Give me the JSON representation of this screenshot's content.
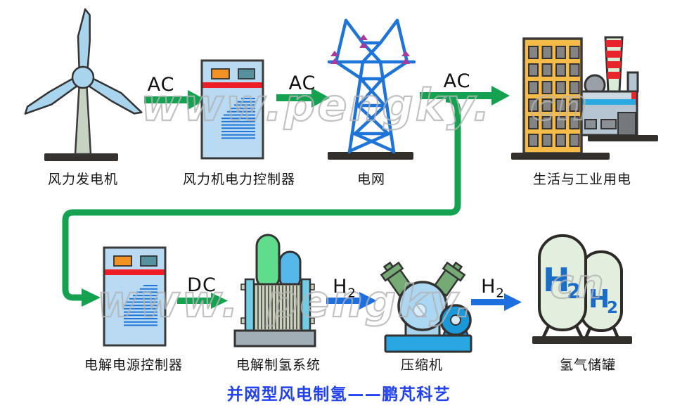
{
  "caption": {
    "text": "并网型风电制氢——鹏芃科艺"
  },
  "watermark": {
    "top_main": "www.pengky.",
    "top_cn": "cn",
    "bottom_www": "www.",
    "bottom_pengky": "pengky.",
    "bottom_cn": "cn"
  },
  "palette": {
    "flow_green": "#14a251",
    "flow_blue": "#1d6fe0",
    "caption_blue": "#2140f0",
    "tower_blue": "#1e74d8",
    "red_stripe": "#ee1c25",
    "h2_blue": "#1a6cc8"
  },
  "nodes": {
    "wind_turbine": {
      "label": "风力发电机"
    },
    "wind_power_controller": {
      "label": "风力机电力控制器"
    },
    "power_grid": {
      "label": "电网"
    },
    "consumption": {
      "label": "生活与工业用电"
    },
    "electrolysis_power_controller": {
      "label": "电解电源控制器"
    },
    "electrolysis_hydrogen_system": {
      "label": "电解制氢系统"
    },
    "compressor": {
      "label": "压缩机"
    },
    "hydrogen_storage_tank": {
      "label": "氢气储罐"
    }
  },
  "flows": {
    "ac1": {
      "label": "AC"
    },
    "ac2": {
      "label": "AC"
    },
    "ac3": {
      "label": "AC"
    },
    "dc": {
      "label": "DC"
    },
    "h2_compress": {
      "label": "H",
      "sub": "2"
    },
    "h2_store": {
      "label": "H",
      "sub": "2"
    }
  },
  "tank_marks": {
    "left": {
      "label": "H",
      "sub": "2"
    },
    "right": {
      "label": "H",
      "sub": "2"
    }
  }
}
